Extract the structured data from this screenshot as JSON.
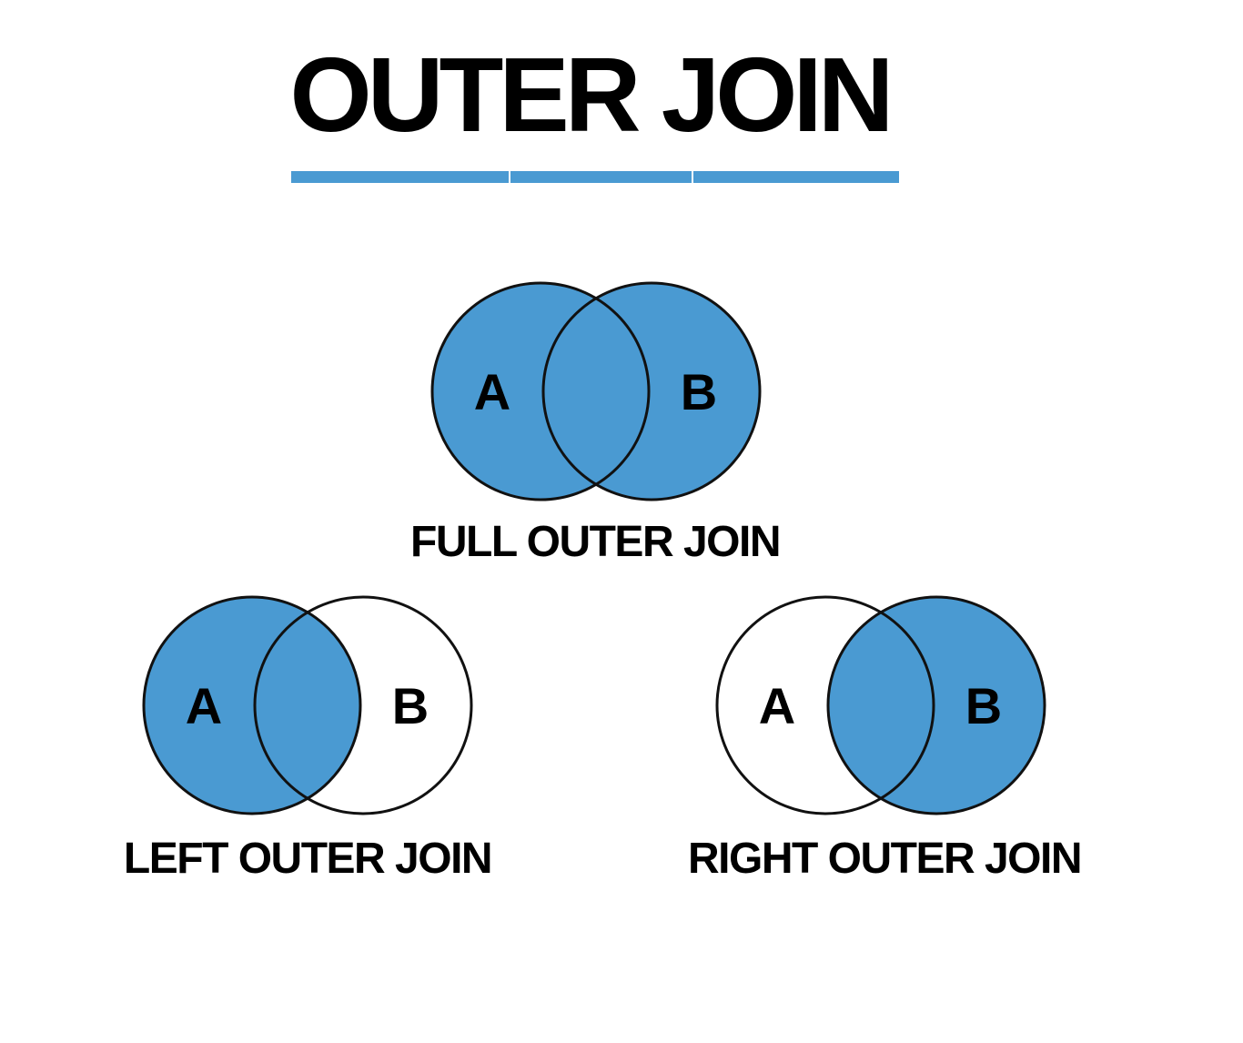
{
  "title": "OUTER JOIN",
  "colors": {
    "accent_blue": "#4A9AD2",
    "circle_outline": "#111111",
    "text": "#000000",
    "unfilled_circle": "#FFFFFF"
  },
  "title_underline_segments": 3,
  "diagrams": [
    {
      "name": "full-outer-join",
      "caption": "FULL OUTER JOIN",
      "label_a": "A",
      "label_b": "B",
      "fill_a": "#4A9AD2",
      "fill_b": "#4A9AD2"
    },
    {
      "name": "left-outer-join",
      "caption": "LEFT OUTER JOIN",
      "label_a": "A",
      "label_b": "B",
      "fill_a": "#4A9AD2",
      "fill_b": "#FFFFFF"
    },
    {
      "name": "right-outer-join",
      "caption": "RIGHT OUTER JOIN",
      "label_a": "A",
      "label_b": "B",
      "fill_a": "#FFFFFF",
      "fill_b": "#4A9AD2"
    }
  ]
}
